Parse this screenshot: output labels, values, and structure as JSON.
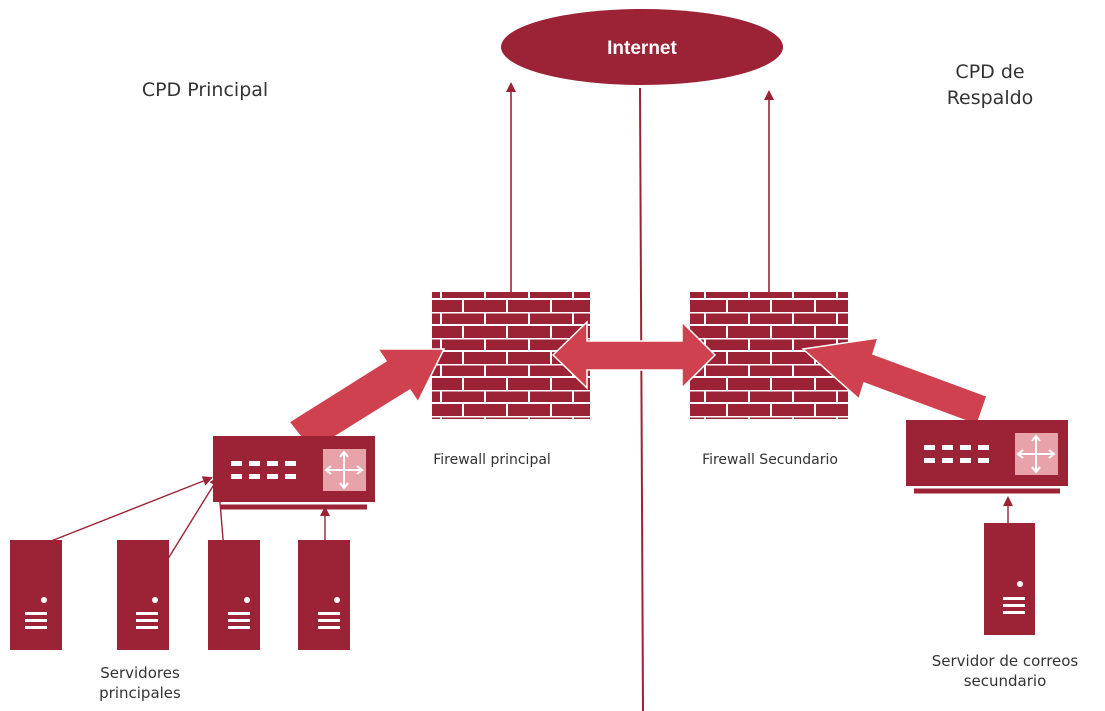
{
  "colors": {
    "primary": "#9b2335",
    "arrow": "#d0414f",
    "panel": "#e8a2aa",
    "line": "#9b2335",
    "brick_mortar": "#ffffff"
  },
  "internet": {
    "label": "Internet"
  },
  "sites": {
    "principal": "CPD Principal",
    "backup_line1": "CPD de",
    "backup_line2": "Respaldo"
  },
  "firewalls": {
    "main": "Firewall principal",
    "secondary": "Firewall Secundario"
  },
  "servers": {
    "main_line1": "Servidores",
    "main_line2": "principales",
    "mail_line1": "Servidor de correos",
    "mail_line2": "secundario"
  },
  "icons": {
    "router": "router-icon",
    "firewall": "brick-wall-icon",
    "server": "server-tower-icon"
  }
}
